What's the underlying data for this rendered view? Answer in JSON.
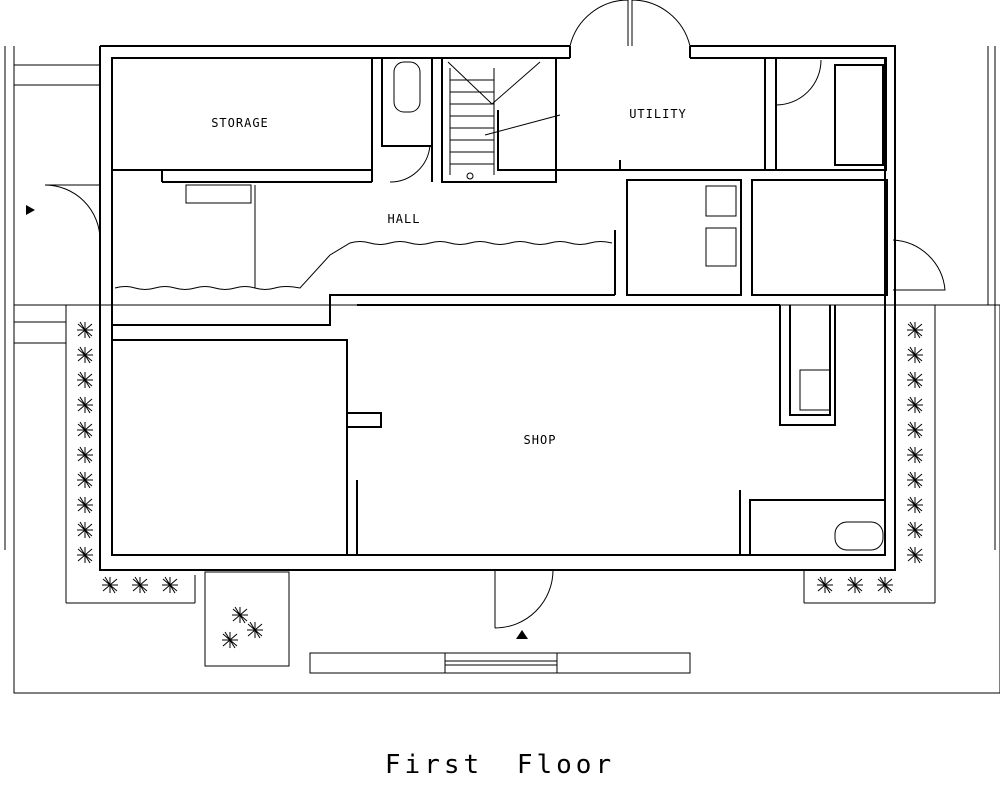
{
  "title": "First Floor",
  "rooms": {
    "storage": "STORAGE",
    "hall": "HALL",
    "utility": "UTILITY",
    "shop": "SHOP"
  },
  "colors": {
    "line": "#000000",
    "background": "#ffffff"
  }
}
